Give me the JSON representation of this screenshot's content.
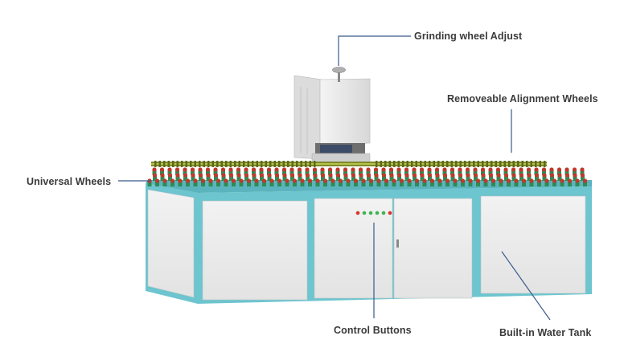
{
  "colors": {
    "frame": "#6cc5cf",
    "panel": "#ececec",
    "leader": "#3a5a8c",
    "wheel_green": "#2e8b57",
    "wheel_red": "#c0392b",
    "rail": "#7d8a2c"
  },
  "labels": {
    "grinding_wheel_adjust": "Grinding wheel Adjust",
    "removeable_alignment_wheels": "Removeable Alignment Wheels",
    "universal_wheels": "Universal Wheels",
    "control_buttons": "Control Buttons",
    "built_in_water_tank": "Built-in Water Tank"
  },
  "control_lights": [
    "red",
    "green",
    "green",
    "green",
    "green",
    "red"
  ]
}
